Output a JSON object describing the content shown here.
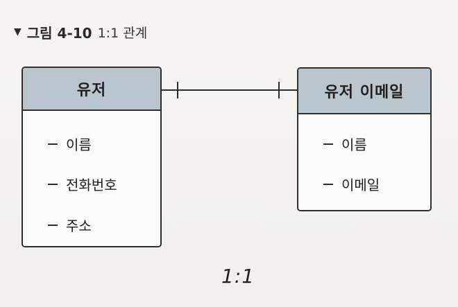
{
  "caption": {
    "marker": "▼",
    "label": "그림 4-10",
    "title": "1:1 관계"
  },
  "entities": {
    "user": {
      "name": "유저",
      "attributes": [
        "이름",
        "전화번호",
        "주소"
      ]
    },
    "user_email": {
      "name": "유저 이메일",
      "attributes": [
        "이름",
        "이메일"
      ]
    }
  },
  "relation": {
    "label": "1:1"
  },
  "colors": {
    "header_fill": "#b9c6cd",
    "border": "#2e2e2e",
    "background": "#f3f2ef"
  }
}
